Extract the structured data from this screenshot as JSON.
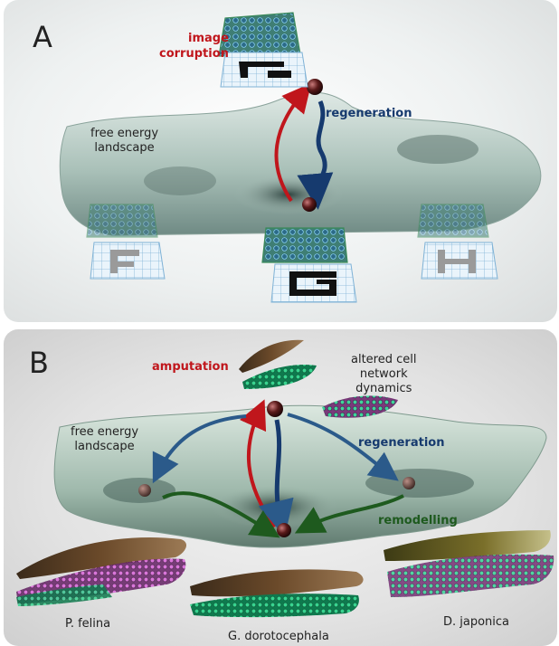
{
  "panel_a": {
    "letter": "A",
    "corruption_label": "image\ncorruption",
    "regeneration_label": "regeneration",
    "landscape_label": "free energy\nlandscape",
    "colors": {
      "red": "#c0161c",
      "blue": "#163a6e",
      "surface": "#b9cdc6"
    }
  },
  "panel_b": {
    "letter": "B",
    "amputation_label": "amputation",
    "altered_label": "altered cell\nnetwork\ndynamics",
    "regeneration_label": "regeneration",
    "landscape_label": "free energy\nlandscape",
    "remodelling_label": "remodelling",
    "species": [
      "P. felina",
      "G. dorotocephala",
      "D. japonica"
    ],
    "colors": {
      "green": "#1e5a1e",
      "network_green": "#19b26b",
      "network_pink": "#c040c0"
    }
  }
}
